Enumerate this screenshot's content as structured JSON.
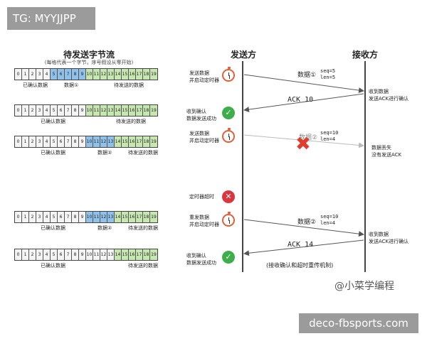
{
  "watermark_tag": "TG: MYYJJPP",
  "footer_site": "deco-fbsports.com",
  "brand": "@小菜学编程",
  "left_title": "待发送字节流",
  "left_subtitle": "(每格代表一个字节，序号假设从零开始)",
  "sender_title": "发送方",
  "receiver_title": "接收方",
  "rows": [
    {
      "cells": [
        "0",
        "1",
        "2",
        "3",
        "4",
        "5",
        "6",
        "7",
        "8",
        "9",
        "10",
        "11",
        "12",
        "13",
        "14",
        "15",
        "16",
        "17",
        "18",
        "19"
      ],
      "states": [
        "g",
        "g",
        "g",
        "g",
        "g",
        "b",
        "b",
        "b",
        "b",
        "b",
        "n",
        "n",
        "n",
        "n",
        "n",
        "n",
        "n",
        "n",
        "n",
        "n"
      ],
      "labels": [
        "已确认数据",
        "数据①",
        "待发送的数据"
      ]
    },
    {
      "cells": [
        "0",
        "1",
        "2",
        "3",
        "4",
        "5",
        "6",
        "7",
        "8",
        "9",
        "10",
        "11",
        "12",
        "13",
        "14",
        "15",
        "16",
        "17",
        "18",
        "19"
      ],
      "states": [
        "g",
        "g",
        "g",
        "g",
        "g",
        "g",
        "g",
        "g",
        "g",
        "g",
        "n",
        "n",
        "n",
        "n",
        "n",
        "n",
        "n",
        "n",
        "n",
        "n"
      ],
      "labels": [
        "已确认数据",
        "待发送的数据"
      ]
    },
    {
      "cells": [
        "0",
        "1",
        "2",
        "3",
        "4",
        "5",
        "6",
        "7",
        "8",
        "9",
        "10",
        "11",
        "12",
        "13",
        "14",
        "15",
        "16",
        "17",
        "18",
        "19"
      ],
      "states": [
        "g",
        "g",
        "g",
        "g",
        "g",
        "g",
        "g",
        "g",
        "g",
        "g",
        "b",
        "b",
        "b",
        "b",
        "n",
        "n",
        "n",
        "n",
        "n",
        "n"
      ],
      "labels": [
        "已确认数据",
        "数据②",
        "待发送的数据"
      ]
    },
    {
      "cells": [
        "0",
        "1",
        "2",
        "3",
        "4",
        "5",
        "6",
        "7",
        "8",
        "9",
        "10",
        "11",
        "12",
        "13",
        "14",
        "15",
        "16",
        "17",
        "18",
        "19"
      ],
      "states": [
        "g",
        "g",
        "g",
        "g",
        "g",
        "g",
        "g",
        "g",
        "g",
        "g",
        "b",
        "b",
        "b",
        "b",
        "n",
        "n",
        "n",
        "n",
        "n",
        "n"
      ],
      "labels": [
        "已确认数据",
        "数据②",
        "待发送的数据"
      ]
    },
    {
      "cells": [
        "0",
        "1",
        "2",
        "3",
        "4",
        "5",
        "6",
        "7",
        "8",
        "9",
        "10",
        "11",
        "12",
        "13",
        "14",
        "15",
        "16",
        "17",
        "18",
        "19"
      ],
      "states": [
        "g",
        "g",
        "g",
        "g",
        "g",
        "g",
        "g",
        "g",
        "g",
        "g",
        "g",
        "g",
        "g",
        "g",
        "n",
        "n",
        "n",
        "n",
        "n",
        "n"
      ],
      "labels": [
        "已确认数据",
        "待发送的数据"
      ]
    }
  ],
  "events": {
    "send1": [
      "发送数据",
      "并启动定时器"
    ],
    "ack1_ok": [
      "收到确认",
      "数据发送成功"
    ],
    "send2": [
      "发送数据",
      "并启动定时器"
    ],
    "timeout": "定时器超时",
    "resend": [
      "重发数据",
      "并启动定时器"
    ],
    "ack2_ok": [
      "收到确认",
      "数据发送成功"
    ]
  },
  "messages": {
    "m1_label": "数据①",
    "m1_seq": "seq=5",
    "m1_len": "len=5",
    "ack10": "ACK 10",
    "m2_label": "数据②",
    "m2_seq": "seq=10",
    "m2_len": "len=4",
    "m3_label": "数据②",
    "m3_seq": "seq=10",
    "m3_len": "len=4",
    "ack14": "ACK 14"
  },
  "receiver_notes": {
    "r1": [
      "收到数据",
      "发送ACK进行确认"
    ],
    "lost": [
      "数据丢失",
      "没有发送ACK"
    ],
    "r3": [
      "收到数据",
      "发送ACK进行确认"
    ]
  },
  "caption": "(接收确认和超时重传机制)",
  "colors": {
    "acked": "#f4f4f4",
    "inflight": "#8fc1ea",
    "pending": "#c6e7b0",
    "timer": "#e0603c",
    "ok": "#3dae4a",
    "err": "#d9363e"
  }
}
